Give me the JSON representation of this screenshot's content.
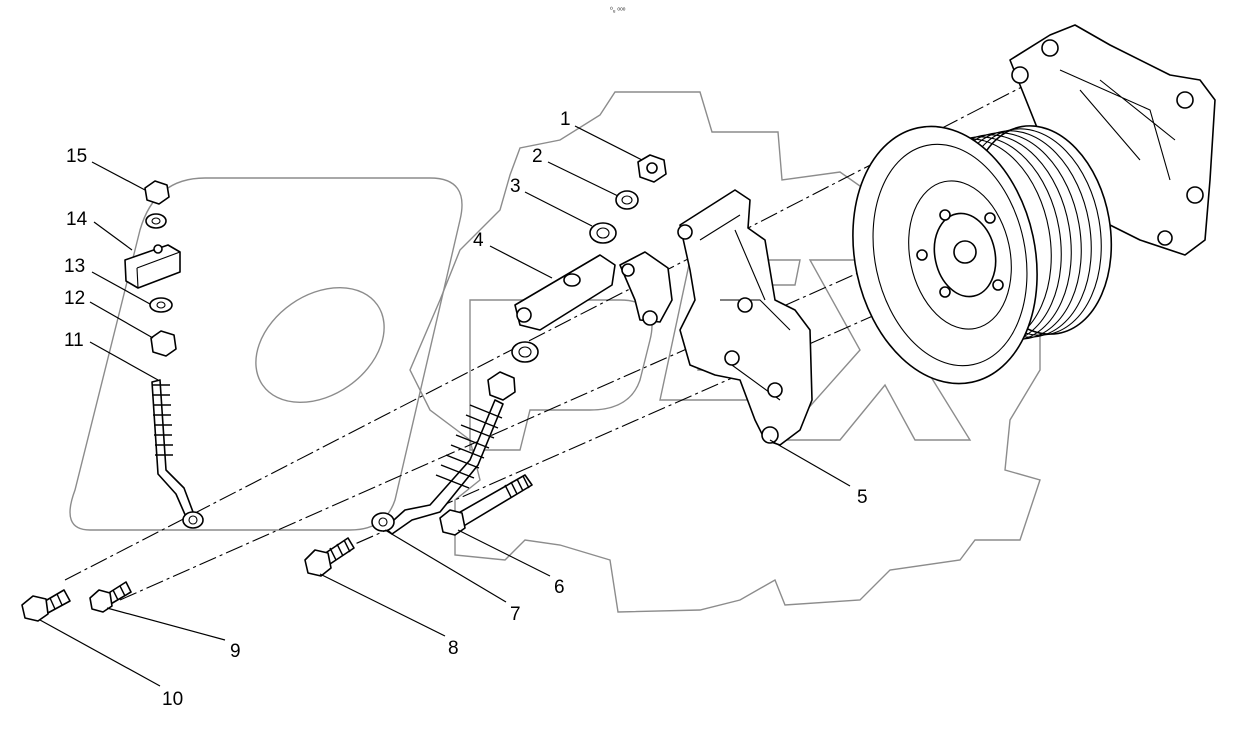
{
  "header": {
    "text": "⁰ᵤ ᵒᵒᵒ"
  },
  "parts": [
    {
      "label": "1"
    },
    {
      "label": "2"
    },
    {
      "label": "3"
    },
    {
      "label": "4"
    },
    {
      "label": "5"
    },
    {
      "label": "6"
    },
    {
      "label": "7"
    },
    {
      "label": "8"
    },
    {
      "label": "9"
    },
    {
      "label": "10"
    },
    {
      "label": "11"
    },
    {
      "label": "12"
    },
    {
      "label": "13"
    },
    {
      "label": "14"
    },
    {
      "label": "15"
    }
  ],
  "watermark": {
    "text": "OPEX"
  }
}
